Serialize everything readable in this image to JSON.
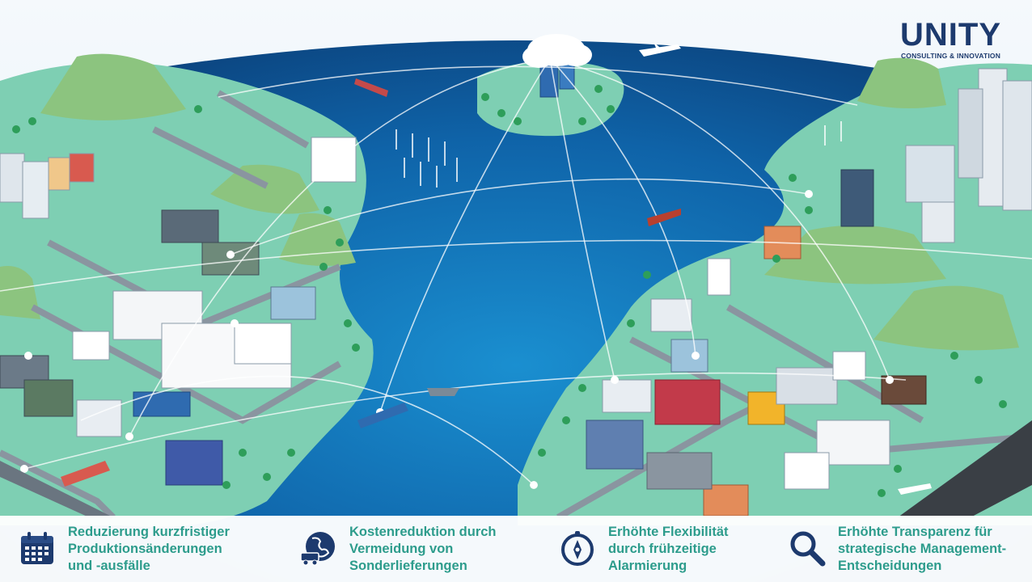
{
  "brand": {
    "name": "UNITY",
    "tagline": "CONSULTING & INNOVATION",
    "color": "#1d3a6e"
  },
  "scene": {
    "description_icons": [
      "cloud-icon",
      "airplane-icon",
      "ship-icon",
      "wind-turbine-icon",
      "factory-icon",
      "city-icon"
    ],
    "colors": {
      "sea": "#0b4b86",
      "land": "#7ecfb3",
      "hill": "#8cc47f",
      "network": "#ffffff"
    }
  },
  "benefits": [
    {
      "icon": "calendar-icon",
      "text": "Reduzierung kurzfristiger\nProduktionsänderungen\nund -ausfälle"
    },
    {
      "icon": "globe-truck-icon",
      "text": "Kostenreduktion durch\nVermeidung von\nSonderlieferungen"
    },
    {
      "icon": "compass-icon",
      "text": "Erhöhte Flexibilität\ndurch frühzeitige\nAlarmierung"
    },
    {
      "icon": "magnifier-icon",
      "text": "Erhöhte Transparenz für\nstrategische Management-\nEntscheidungen"
    }
  ],
  "accent": "#2d9c8c",
  "icon_color": "#1d3a6e"
}
